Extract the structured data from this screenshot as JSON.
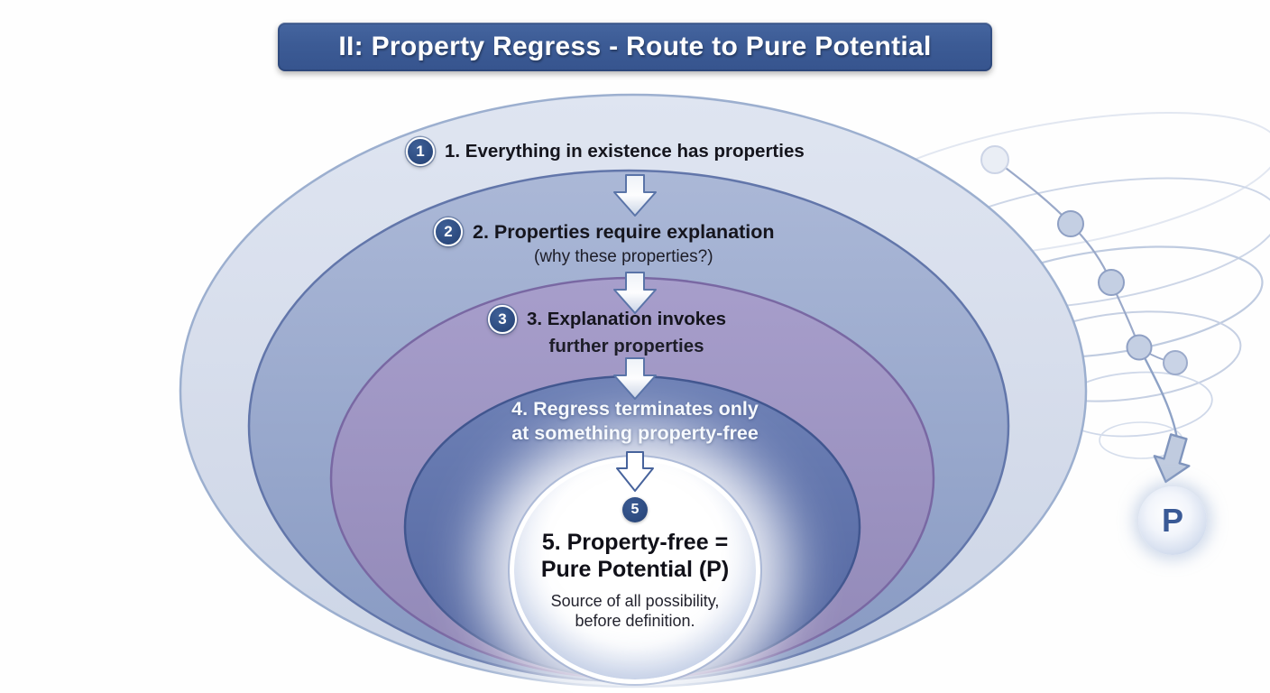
{
  "title": {
    "label": "II: Property Regress - Route to Pure Potential"
  },
  "steps": [
    {
      "badge": "1",
      "line1": "1. Everything in existence has properties",
      "line2": ""
    },
    {
      "badge": "2",
      "line1": "2. Properties require explanation",
      "line2": "(why these properties?)"
    },
    {
      "badge": "3",
      "line1": "3. Explanation invokes",
      "line2": "further properties"
    },
    {
      "badge": "",
      "line1": "4. Regress terminates only",
      "line2": "at something property-free"
    },
    {
      "badge": "5",
      "line1": "5. Property-free =",
      "line2": "Pure Potential (P)",
      "sub1": "Source of all possibility,",
      "sub2": "before definition."
    }
  ],
  "decoration": {
    "p_label": "P"
  },
  "colors": {
    "banner_blue": "#3c5b95",
    "badge_blue": "#2e4d82",
    "ring1_fill": "#d7deec",
    "ring2_fill": "#93a4c8",
    "ring3_fill": "#9c93c2",
    "ring4_fill": "#5e72ab",
    "core_fill": "#ffffff",
    "arrow_outline": "#5a74a8",
    "swirl_stroke": "#c5cfe2",
    "p_text": "#3a5a96"
  }
}
